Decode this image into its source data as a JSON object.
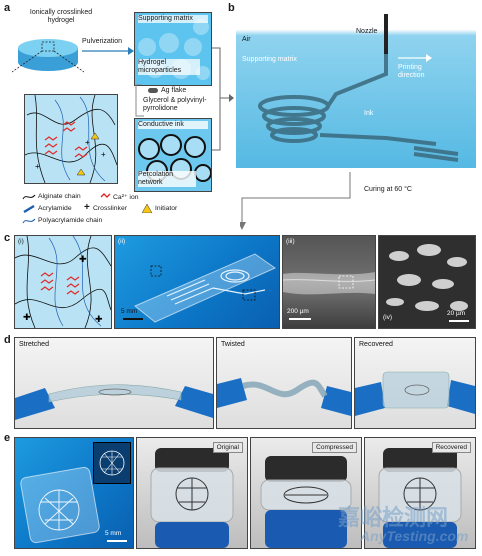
{
  "panel_a": {
    "label": "a",
    "hydrogel_title": "Ionically crosslinked hydrogel",
    "pulverization": "Pulverization",
    "supporting_matrix": "Supporting matrix",
    "hydrogel_microparticles": "Hydrogel microparticles",
    "ag_flake": "Ag flake",
    "glycerol": "Glycerol & polyvinyl-pyrrolidone",
    "conductive_ink": "Conductive ink",
    "percolation_network": "Percolation network",
    "legend": {
      "alginate": "Alginate chain",
      "ca_ion": "Ca²⁺ ion",
      "acrylamide": "Acrylamide",
      "crosslinker": "Crosslinker",
      "initiator": "Initiator",
      "polyacrylamide": "Polyacrylamide chain"
    }
  },
  "panel_b": {
    "label": "b",
    "air": "Air",
    "nozzle": "Nozzle",
    "supporting_matrix": "Supporting matrix",
    "printing_direction": "Printing direction",
    "ink": "Ink",
    "curing": "Curing at 60 °C"
  },
  "panel_c": {
    "label": "c",
    "sub_i": "(i)",
    "sub_ii": "(ii)",
    "sub_iii": "(iii)",
    "sub_iv": "(iv)",
    "scale_ii": "5 mm",
    "scale_iii": "200 µm",
    "scale_iv": "20 µm"
  },
  "panel_d": {
    "label": "d",
    "stretched": "Stretched",
    "twisted": "Twisted",
    "recovered": "Recovered"
  },
  "panel_e": {
    "label": "e",
    "scale": "5 mm",
    "original": "Original",
    "compressed": "Compressed",
    "recovered": "Recovered"
  },
  "watermark": {
    "cn": "嘉峪检测网",
    "en": "AnyTesting.com"
  },
  "colors": {
    "matrix_blue": "#5cc4ee",
    "photo_blue": "#0d78c8",
    "ca_red": "#e02a2a",
    "initiator_yellow": "#f5c518",
    "acrylamide_blue": "#1f5fb0"
  }
}
